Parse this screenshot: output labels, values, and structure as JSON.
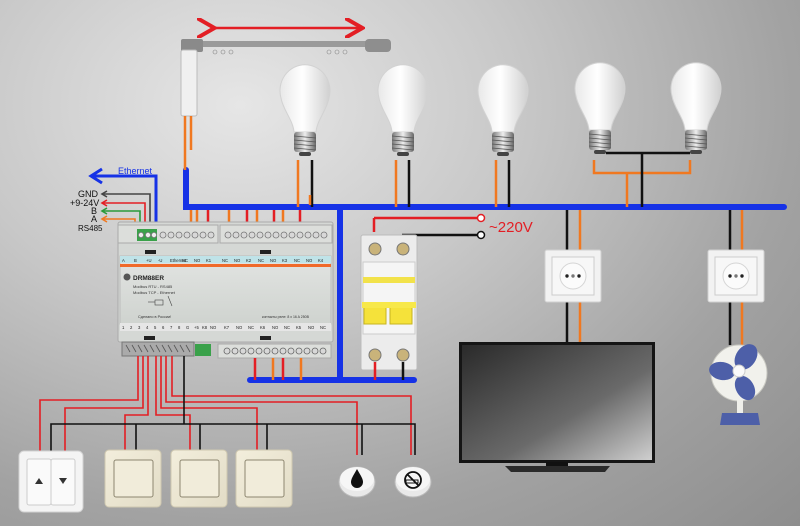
{
  "diagram": {
    "title": "DRM88ER wiring scheme",
    "colors": {
      "bus_blue": "#1632e6",
      "wire_red": "#e31e24",
      "wire_orange": "#f07820",
      "wire_black": "#111111",
      "wire_green": "#2a9a3a",
      "wire_gray": "#555555",
      "voltage_text": "#e31e24",
      "ethernet_text": "#1632e6"
    },
    "interface_labels": {
      "ethernet": "Ethernet",
      "gnd": "GND",
      "power": "+9-24V",
      "b": "B",
      "a": "A",
      "rs485": "RS485"
    },
    "mains_label": "~220V",
    "module": {
      "model": "DRM88ER",
      "line1": "Modbus RTU - RS485",
      "line2": "Modbus TCP - Ethernet",
      "made_in": "Сделано в России!",
      "rating": "контакты реле: 8 x 16 A 250В",
      "top_left_terminals": [
        "A",
        "B",
        "+U",
        "-U",
        "Ethernet",
        "NC",
        "NO",
        "K1"
      ],
      "top_right_terminals": [
        "NC",
        "NO",
        "K2",
        "NC",
        "NO",
        "K3",
        "NC",
        "NO",
        "K4"
      ],
      "bottom_left_terminals": [
        "1",
        "2",
        "3",
        "4",
        "5",
        "6",
        "7",
        "8",
        "G",
        "+5",
        "K8",
        "NO"
      ],
      "bottom_right_terminals": [
        "K7",
        "NO",
        "NC",
        "K6",
        "NO",
        "NC",
        "K5",
        "NO",
        "NC"
      ]
    },
    "devices": {
      "curtain": "curtain-motor",
      "lamps": [
        "lamp-1",
        "lamp-2",
        "lamp-3",
        "lamp-4",
        "lamp-5"
      ],
      "breaker": "circuit-breaker",
      "sockets": [
        "socket-1",
        "socket-2"
      ],
      "tv": "tv",
      "fan": "fan",
      "switches": [
        "curtain-switch",
        "light-switch-1",
        "light-switch-2",
        "light-switch-3"
      ],
      "sensors": [
        "water-leak-sensor",
        "smoke-sensor"
      ]
    }
  }
}
